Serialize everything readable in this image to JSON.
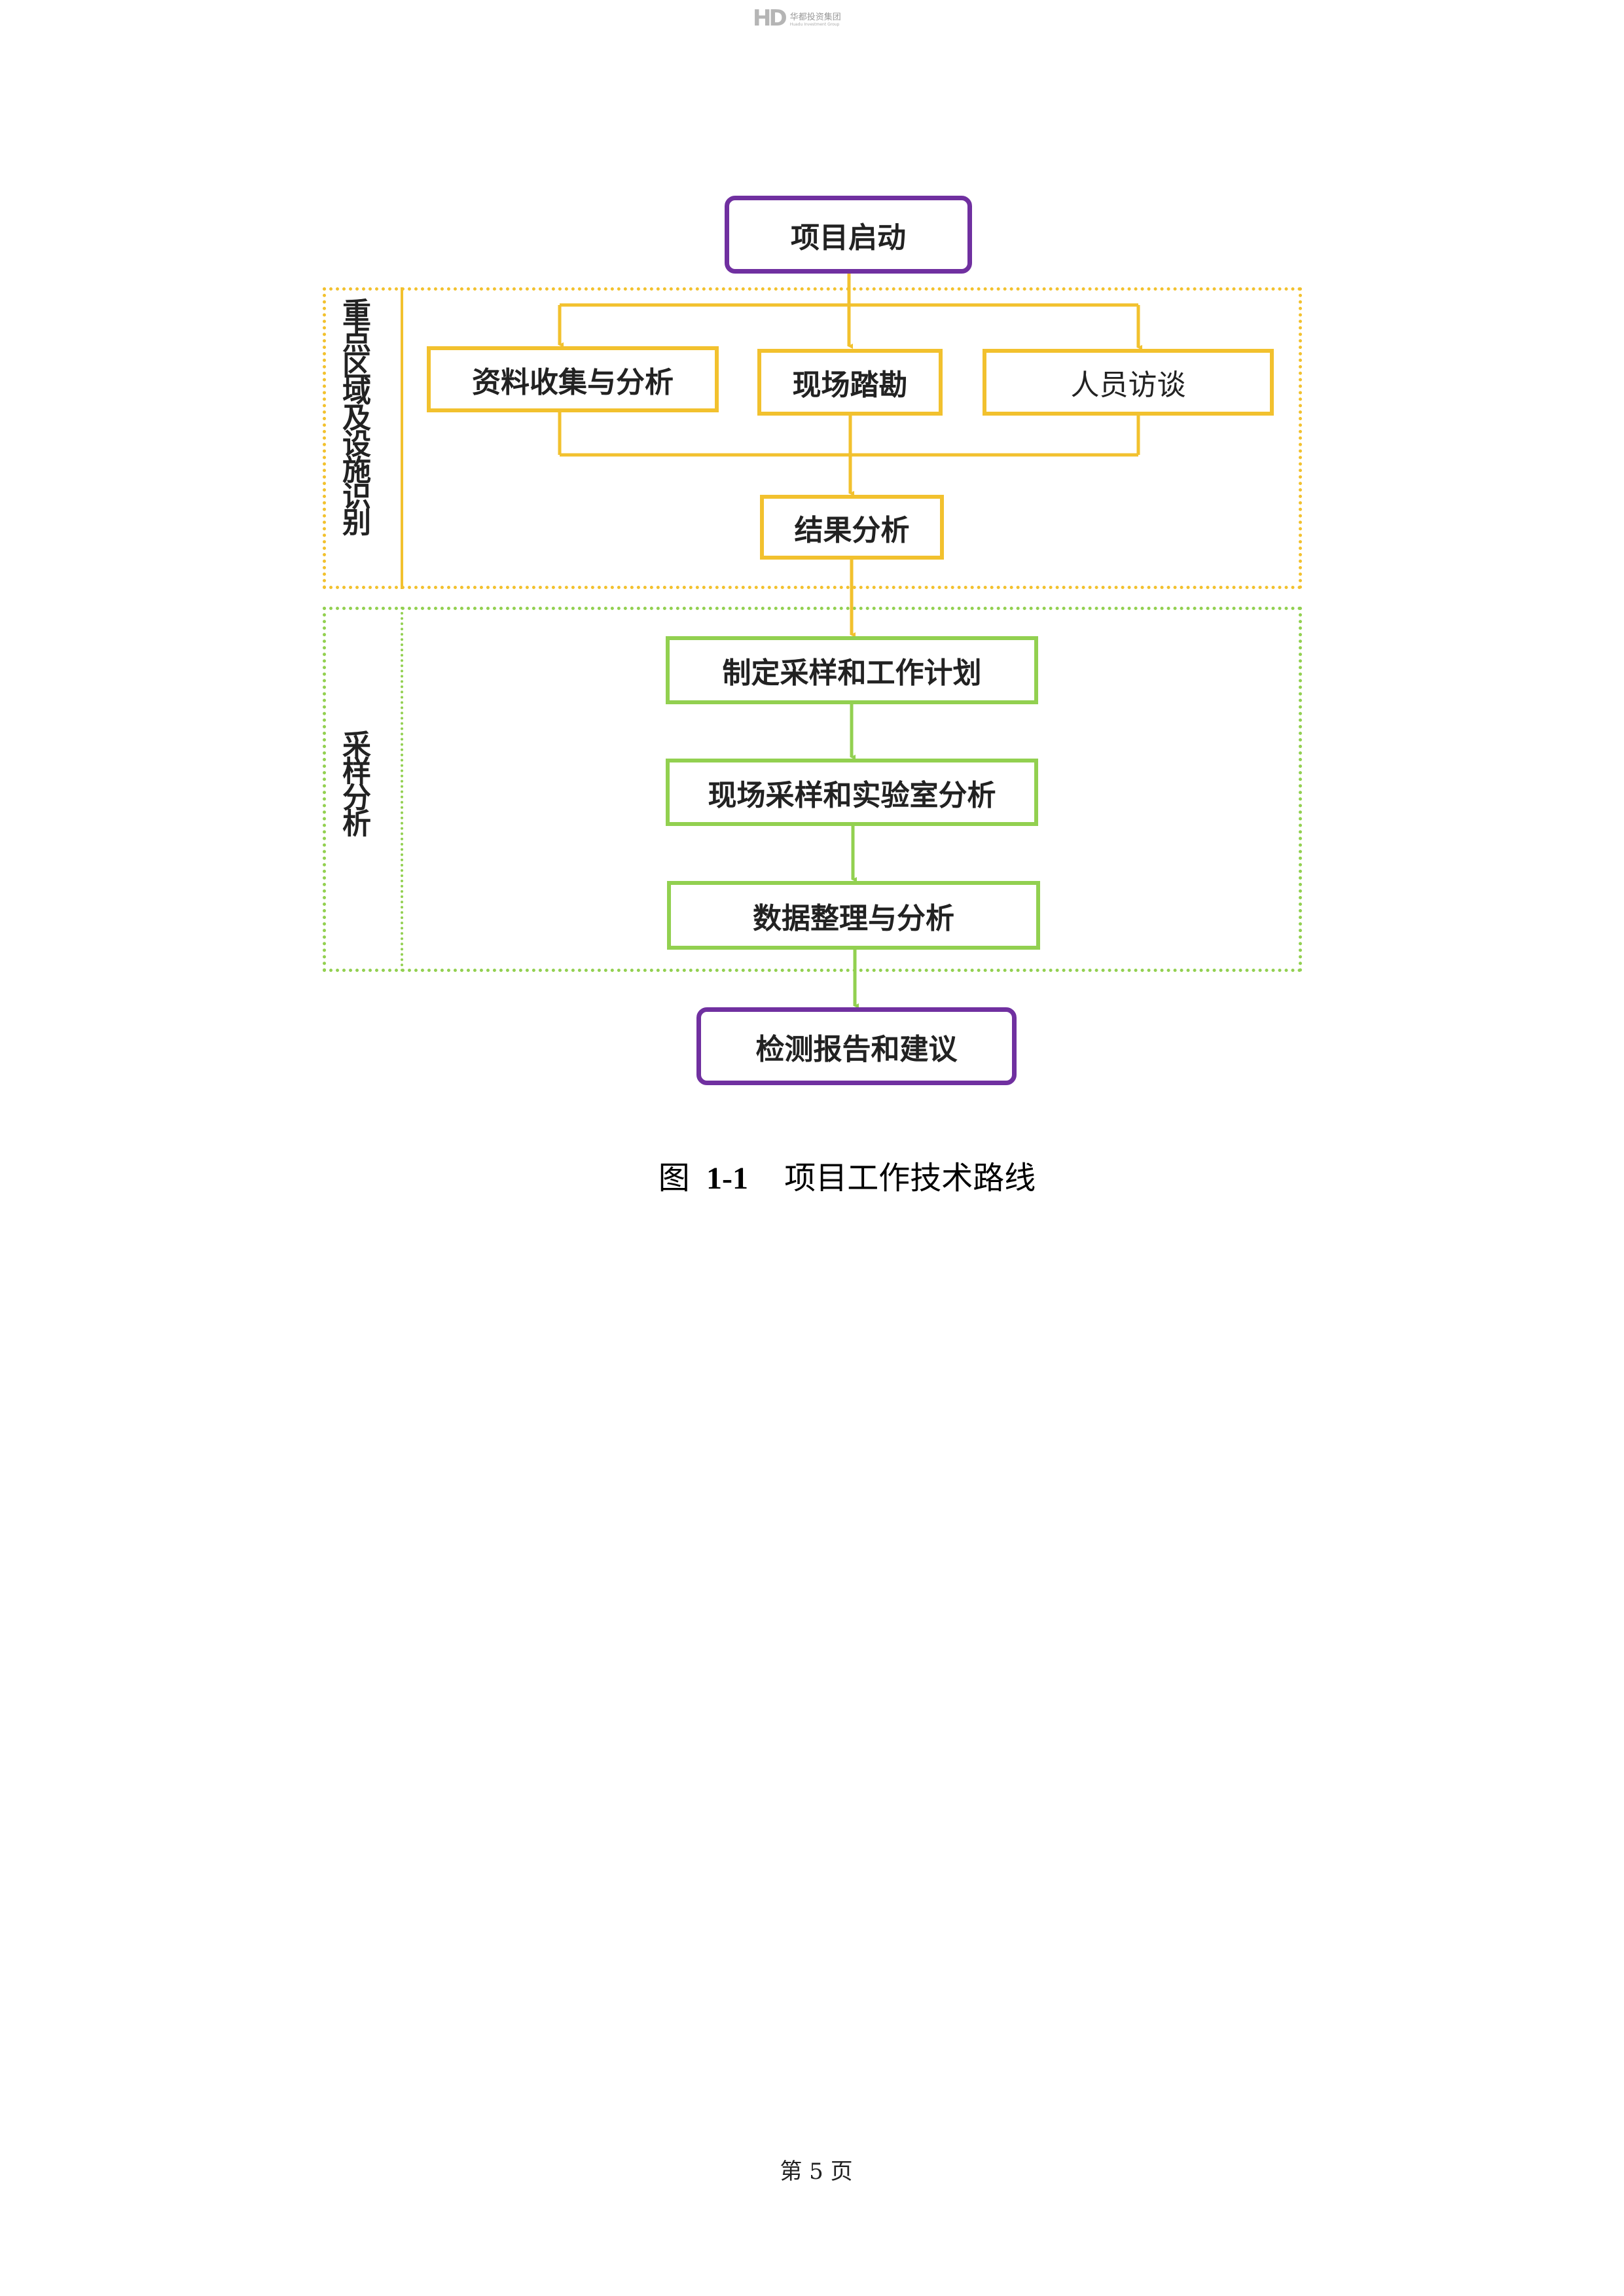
{
  "header": {
    "logo_cn": "华都投资集团",
    "logo_en": "Huadu Investment Group",
    "logo_mark": "HD"
  },
  "flowchart": {
    "start": "项目启动",
    "region1_label": "重点区域及设施识别",
    "region1_steps": [
      "资料收集与分析",
      "现场踏勘",
      "人员访谈"
    ],
    "region1_result": "结果分析",
    "region2_label": "采样分析",
    "region2_steps": [
      "制定采样和工作计划",
      "现场采样和实验室分析",
      "数据整理与分析"
    ],
    "end": "检测报告和建议",
    "colors": {
      "purple": "#7030a0",
      "yellow": "#f2c12e",
      "green": "#92d050"
    }
  },
  "caption": {
    "prefix": "图",
    "number": "1-1",
    "title": "项目工作技术路线"
  },
  "footer": {
    "page_label": "第 5 页"
  }
}
